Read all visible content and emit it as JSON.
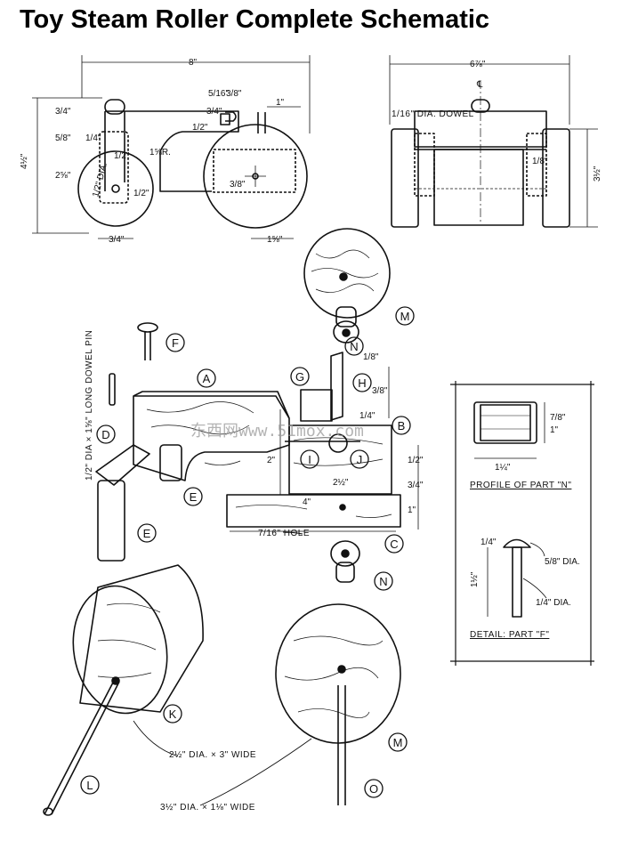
{
  "title": "Toy Steam Roller Complete Schematic",
  "colors": {
    "ink": "#111111",
    "paper": "#ffffff",
    "watermark": "#9a9a9a"
  },
  "side_view": {
    "overall_width": "8\"",
    "height": "4½\"",
    "dims": [
      "5/16\"",
      "3/8\"",
      "1\"",
      "1/2\"",
      "1⅝R.",
      "3/4\"",
      "5/8\"",
      "1/4\"",
      "1/2\"",
      "2⅝\"",
      "1/2\"",
      "3/8\"",
      "3/4\"",
      "1⅝\"",
      "3/4\""
    ],
    "roller_label": "1/2\" DIA."
  },
  "front_view": {
    "overall_width": "6⅞\"",
    "height": "3½\"",
    "dowel_label": "1/16\" DIA. DOWEL",
    "centerline": "℄",
    "dim_small": "1/8\""
  },
  "parts": [
    "A",
    "B",
    "C",
    "D",
    "E",
    "E",
    "F",
    "G",
    "H",
    "I",
    "J",
    "K",
    "L",
    "M",
    "M",
    "N",
    "N",
    "O"
  ],
  "exploded_dims": [
    "2\"",
    "2½\"",
    "4\"",
    "1/2\"",
    "3/4\"",
    "1\"",
    "1/4\"",
    "3/8\"",
    "1/8\""
  ],
  "annotations": {
    "dowel_pin": "1/2\" DIA × 1⅝\" LONG DOWEL PIN",
    "hole": "7/16\" HOLE",
    "roller_k": "2½\" DIA. × 3\" WIDE",
    "wheel_m": "3½\" DIA. × 1⅛\" WIDE"
  },
  "profile_n": {
    "caption": "PROFILE OF PART \"N\"",
    "width": "1¼\"",
    "h1": "7/8\"",
    "h2": "1\""
  },
  "detail_f": {
    "caption": "DETAIL: PART \"F\"",
    "head": "5/8\" DIA.",
    "shank": "1/4\" DIA.",
    "top": "1/4\"",
    "length": "1½\""
  },
  "watermark": "东西网www.51mox.com"
}
